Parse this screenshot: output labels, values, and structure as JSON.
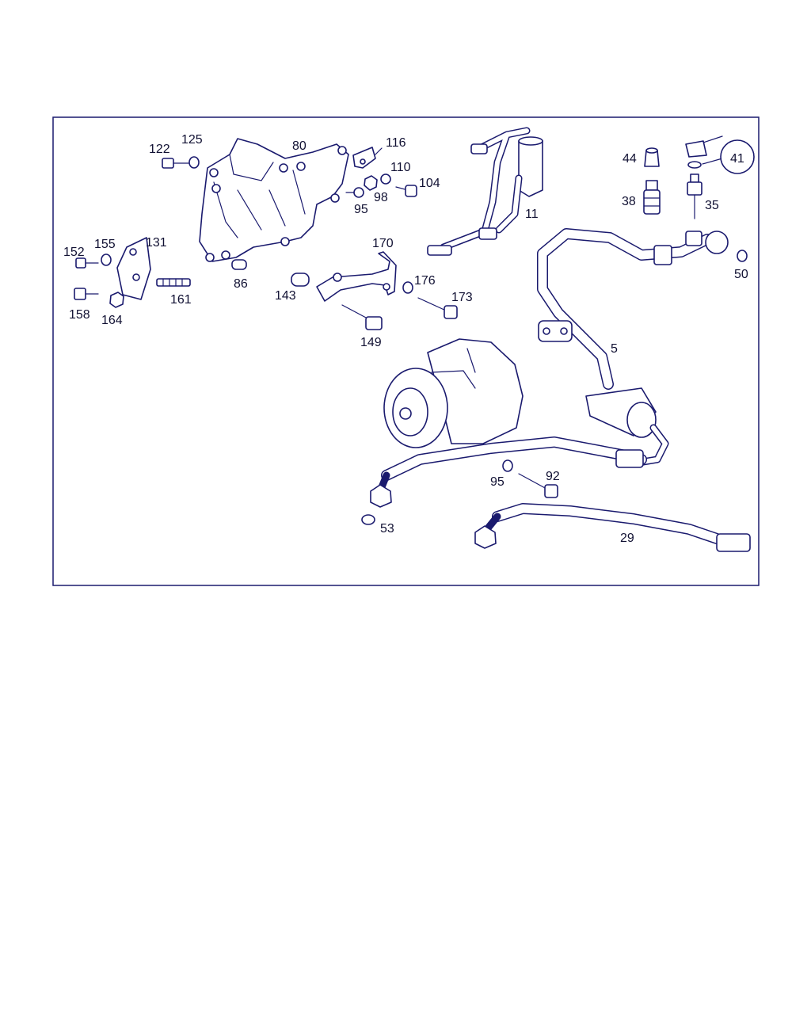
{
  "callouts": [
    {
      "id": "122",
      "text": "122"
    },
    {
      "id": "125",
      "text": "125"
    },
    {
      "id": "80",
      "text": "80"
    },
    {
      "id": "116",
      "text": "116"
    },
    {
      "id": "110",
      "text": "110"
    },
    {
      "id": "104",
      "text": "104"
    },
    {
      "id": "98",
      "text": "98"
    },
    {
      "id": "95a",
      "text": "95"
    },
    {
      "id": "11",
      "text": "11"
    },
    {
      "id": "44",
      "text": "44"
    },
    {
      "id": "41",
      "text": "41"
    },
    {
      "id": "38",
      "text": "38"
    },
    {
      "id": "35",
      "text": "35"
    },
    {
      "id": "50",
      "text": "50"
    },
    {
      "id": "152",
      "text": "152"
    },
    {
      "id": "155",
      "text": "155"
    },
    {
      "id": "131",
      "text": "131"
    },
    {
      "id": "170",
      "text": "170"
    },
    {
      "id": "86",
      "text": "86"
    },
    {
      "id": "143",
      "text": "143"
    },
    {
      "id": "176",
      "text": "176"
    },
    {
      "id": "173",
      "text": "173"
    },
    {
      "id": "161",
      "text": "161"
    },
    {
      "id": "158",
      "text": "158"
    },
    {
      "id": "164",
      "text": "164"
    },
    {
      "id": "149",
      "text": "149"
    },
    {
      "id": "5",
      "text": "5"
    },
    {
      "id": "95b",
      "text": "95"
    },
    {
      "id": "92",
      "text": "92"
    },
    {
      "id": "53",
      "text": "53"
    },
    {
      "id": "29",
      "text": "29"
    }
  ],
  "colors": {
    "line": "#1a1a6e",
    "text": "#111133",
    "background": "#ffffff"
  }
}
